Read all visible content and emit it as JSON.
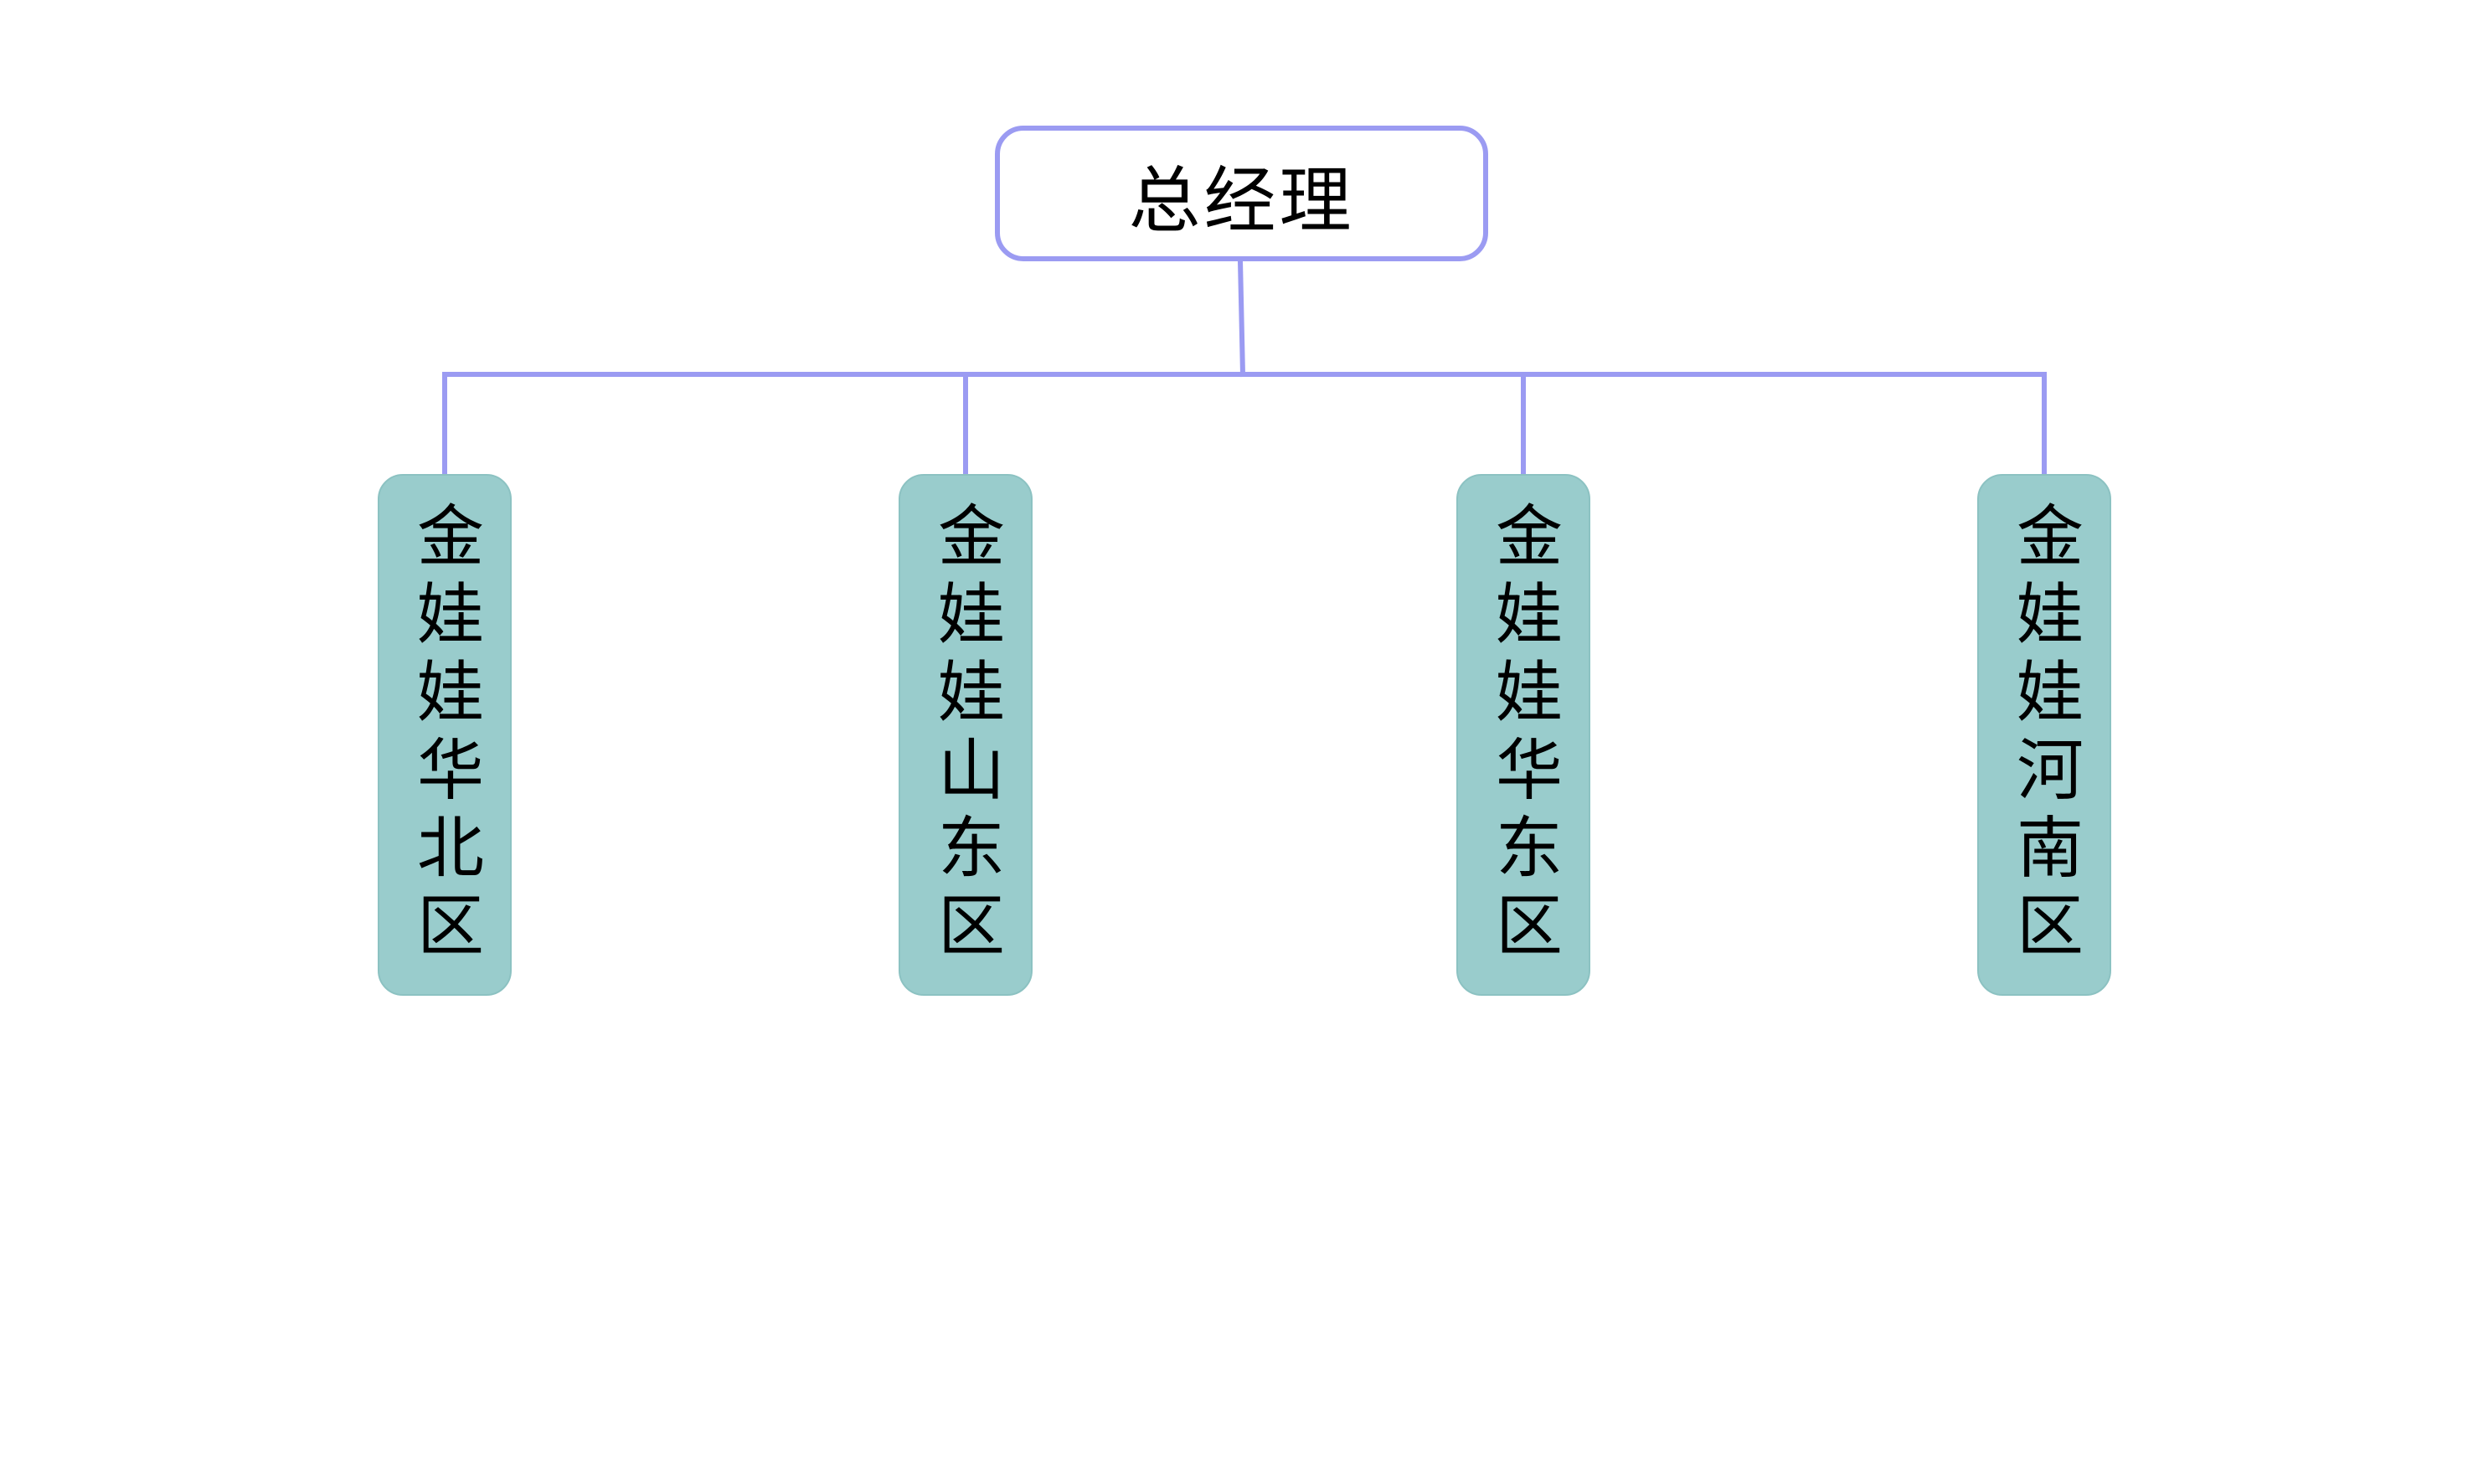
{
  "colors": {
    "connector": "#9b9bf2",
    "child_fill": "#99cccc",
    "root_border": "#9b9bf2"
  },
  "root": {
    "label": "总经理"
  },
  "children": [
    {
      "label": "金娃娃华北区"
    },
    {
      "label": "金娃娃山东区"
    },
    {
      "label": "金娃娃华东区"
    },
    {
      "label": "金娃娃河南区"
    }
  ]
}
